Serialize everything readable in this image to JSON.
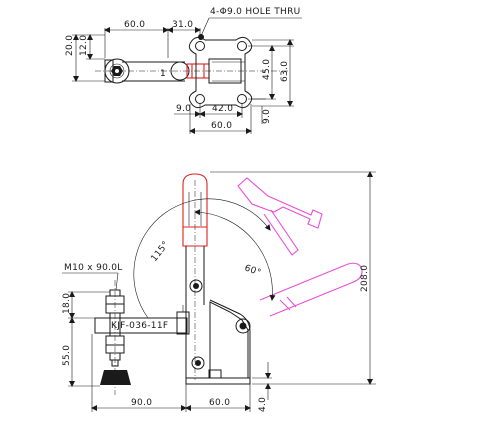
{
  "top_view": {
    "hole_note": "4-Φ9.0 HOLE THRU",
    "dims": {
      "d_60": "60.0",
      "d_31": "31.0",
      "d_20": "20.0",
      "d_12": "12.0",
      "d_45": "45.0",
      "d_63": "63.0",
      "d_9_bottom": "9.0",
      "d_42": "42.0",
      "d_60_bottom": "60.0",
      "d_9_right": "9.0"
    },
    "angle_mark": "1"
  },
  "side_view": {
    "model_label": "KJF-036-11F",
    "spindle_note": "M10 x 90.0L",
    "dims": {
      "d_18": "18.0",
      "d_55": "55.0",
      "d_90": "90.0",
      "d_60": "60.0",
      "d_208": "208.0",
      "d_4": "4.0",
      "angle_115": "115°",
      "angle_60": "60°"
    }
  },
  "colors": {
    "handle": "#e02020",
    "phantom": "#e84fd8",
    "line": "#1a1a1a"
  }
}
